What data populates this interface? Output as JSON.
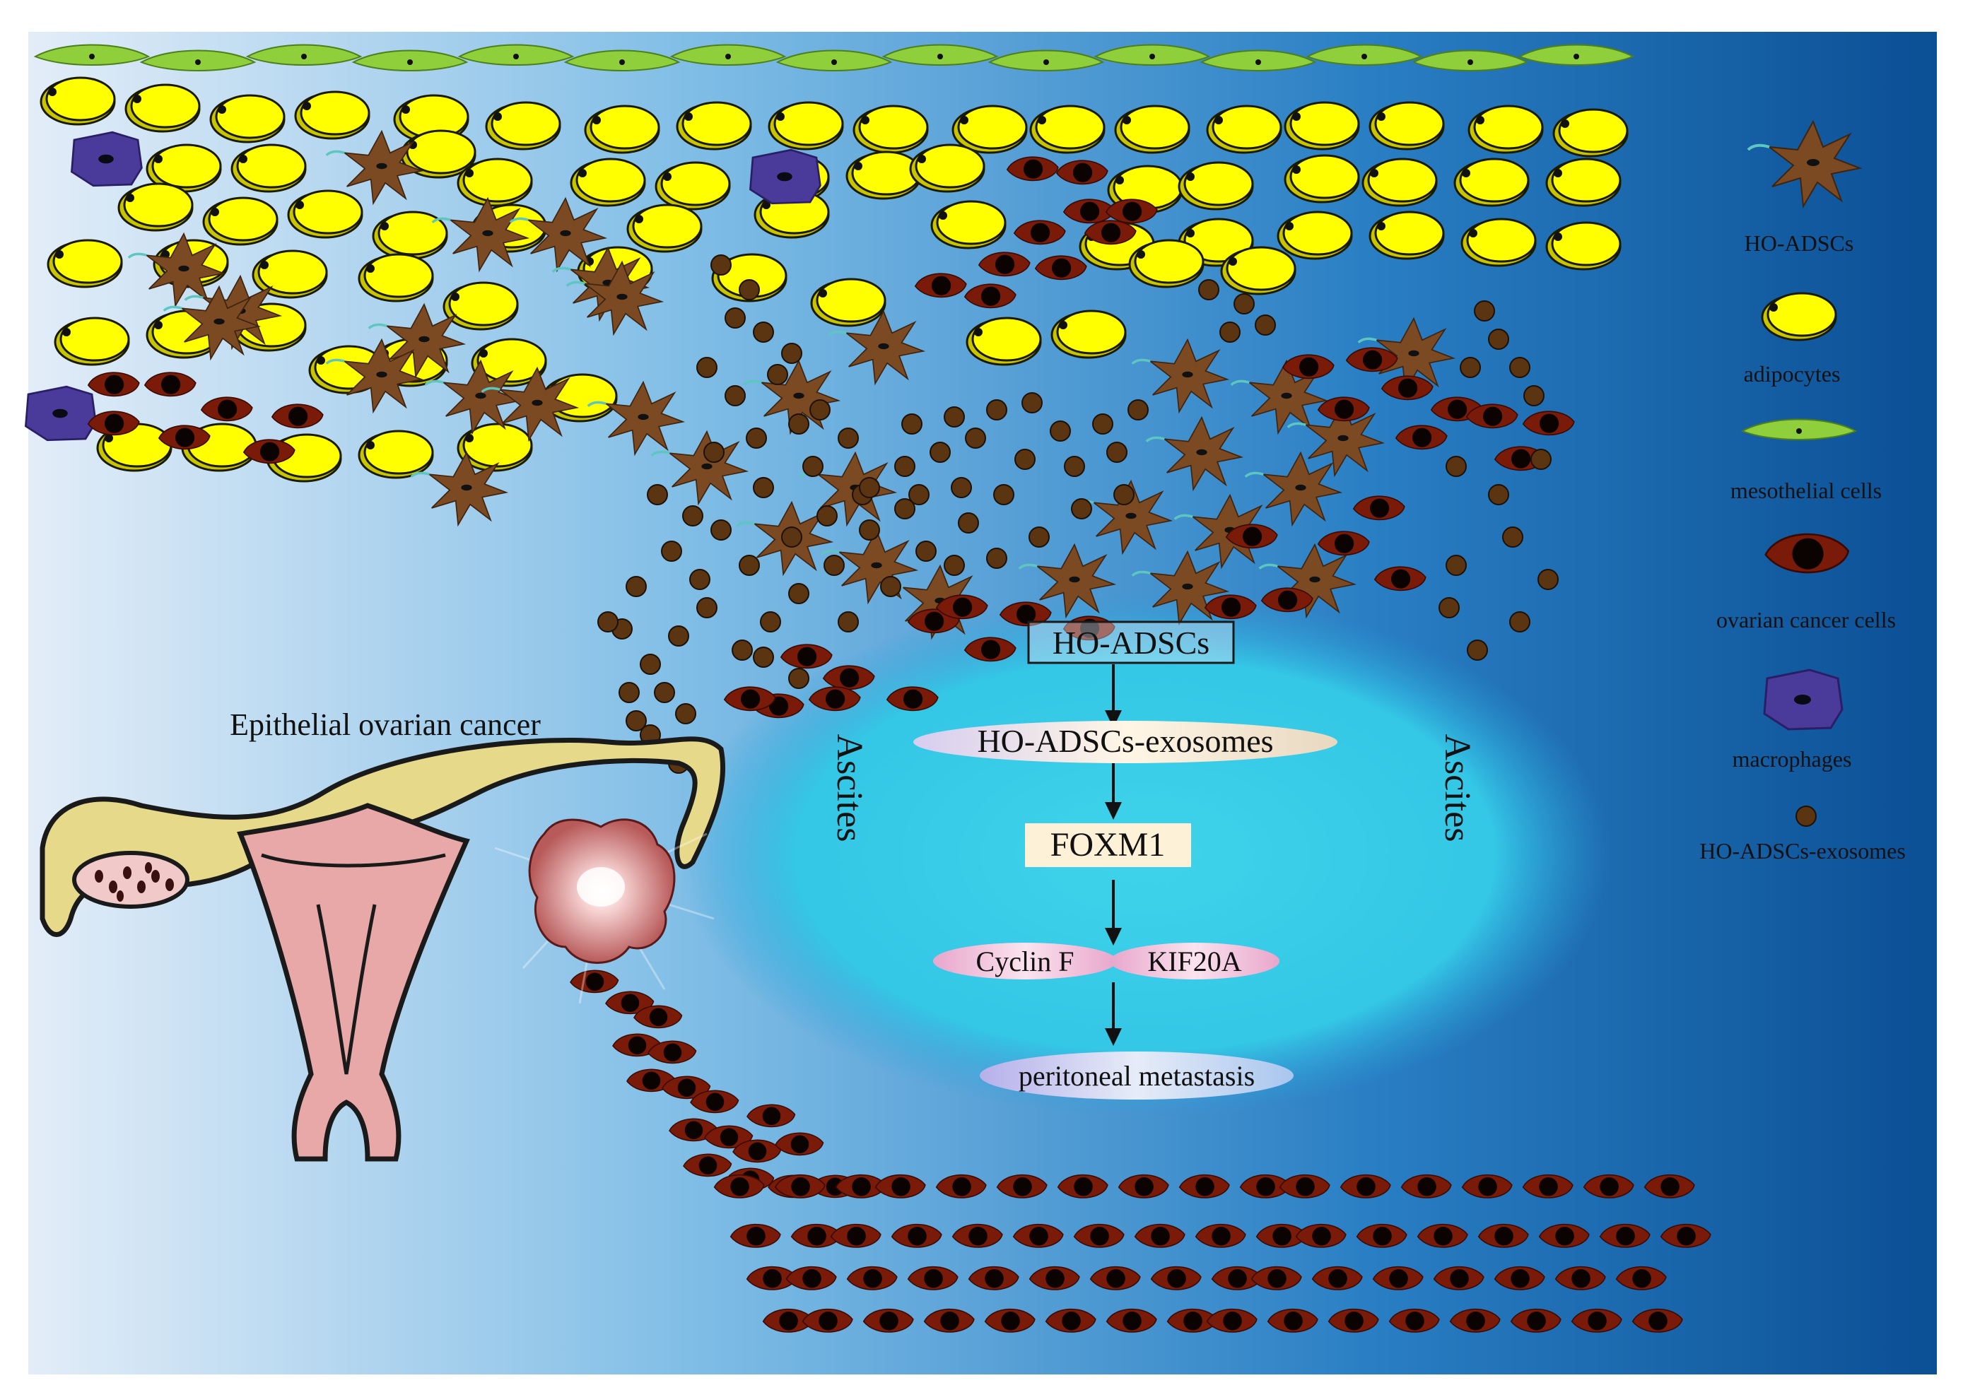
{
  "diagram": {
    "left_label": "Epithelial ovarian cancer",
    "ascites_label": "Ascites",
    "pathway": {
      "step1": "HO-ADSCs",
      "step2": "HO-ADSCs-exosomes",
      "step3": "FOXM1",
      "step4a": "Cyclin F",
      "step4b": "KIF20A",
      "step5": "peritoneal metastasis"
    }
  },
  "legend": {
    "items": [
      {
        "label": "HO-ADSCs",
        "icon": "stellate-cell-icon"
      },
      {
        "label": "adipocytes",
        "icon": "yellow-cell-icon"
      },
      {
        "label": "mesothelial cells",
        "icon": "spindle-cell-icon"
      },
      {
        "label": "ovarian cancer cells",
        "icon": "dark-red-cell-icon"
      },
      {
        "label": "macrophages",
        "icon": "purple-cell-icon"
      },
      {
        "label": "HO-ADSCs-exosomes",
        "icon": "brown-dot-icon"
      }
    ]
  },
  "colors": {
    "background_left": "#dfeaf7",
    "background_right": "#0d5aa0",
    "ascites": "#38d6ec",
    "adipocyte": "#ffff00",
    "cancer_cell": "#7a1a08",
    "adsc": "#7b4a22",
    "exosome": "#5b3411",
    "macrophage": "#4a3a9a",
    "mesothelial": "#8fcf3c",
    "uterus": "#e8a8a8",
    "tube": "#e6d98a"
  }
}
